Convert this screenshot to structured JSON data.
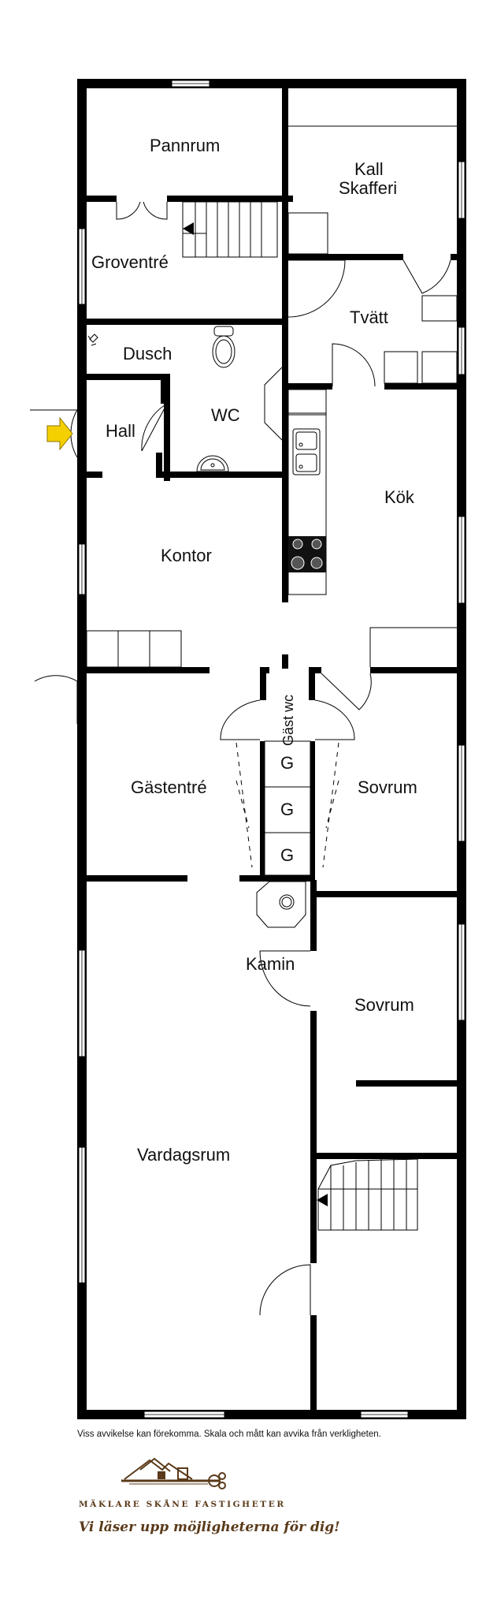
{
  "rooms": {
    "pannrum": "Pannrum",
    "kall_skafferi_1": "Kall",
    "kall_skafferi_2": "Skafferi",
    "groventre": "Groventré",
    "tvatt": "Tvätt",
    "dusch": "Dusch",
    "wc": "WC",
    "hall": "Hall",
    "kok": "Kök",
    "kontor": "Kontor",
    "gast_wc": "Gäst wc",
    "gastentre": "Gästentré",
    "sovrum_1": "Sovrum",
    "sovrum_2": "Sovrum",
    "kamin": "Kamin",
    "vardagsrum": "Vardagsrum",
    "garderob_1": "G",
    "garderob_2": "G",
    "garderob_3": "G"
  },
  "disclaimer": "Viss avvikelse kan förekomma. Skala och mått kan avvika från verkligheten.",
  "brand": {
    "name": "MÄKLARE SKÅNE FASTIGHETER",
    "tagline": "Vi läser upp möjligheterna för dig!",
    "color": "#5a3a1a"
  },
  "colors": {
    "wall": "#000000",
    "entry_arrow": "#f5d000"
  }
}
